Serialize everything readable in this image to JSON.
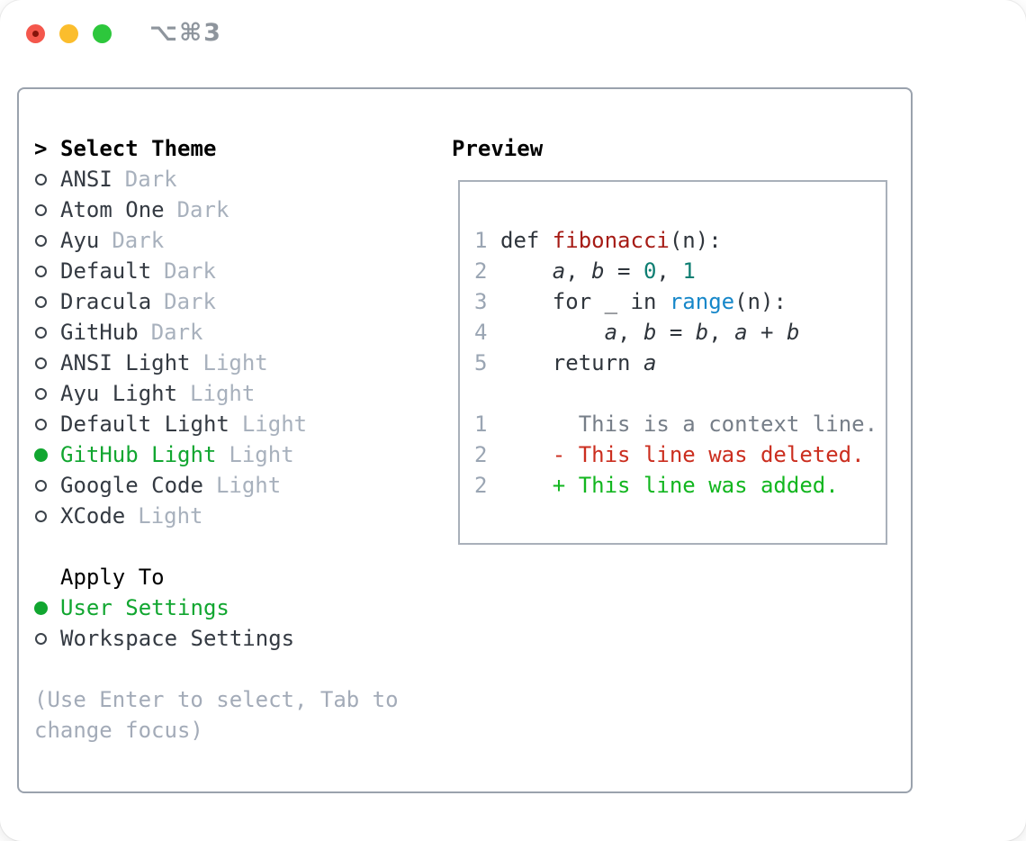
{
  "window": {
    "title": "⌥⌘3"
  },
  "titlebar": {
    "buttons": [
      "close",
      "minimize",
      "maximize"
    ]
  },
  "colors": {
    "selected_green": "#11a630",
    "added_green": "#12b61f",
    "deleted_red": "#cb2e1f",
    "function_red": "#a61b15",
    "builtin_blue": "#1687c9",
    "number_teal": "#0e7e72",
    "muted_gray": "#a8b1bd",
    "context_gray": "#767e88",
    "panel_border": "#9aa2ad",
    "traffic_red": "#f4574c",
    "traffic_yellow": "#fbbd2d",
    "traffic_green": "#2dc73c"
  },
  "theme_menu": {
    "header_prefix": ">",
    "header": "Select Theme",
    "items": [
      {
        "label": "ANSI",
        "variant": "Dark",
        "selected": false
      },
      {
        "label": "Atom One",
        "variant": "Dark",
        "selected": false
      },
      {
        "label": "Ayu",
        "variant": "Dark",
        "selected": false
      },
      {
        "label": "Default",
        "variant": "Dark",
        "selected": false
      },
      {
        "label": "Dracula",
        "variant": "Dark",
        "selected": false
      },
      {
        "label": "GitHub",
        "variant": "Dark",
        "selected": false
      },
      {
        "label": "ANSI Light",
        "variant": "Light",
        "selected": false
      },
      {
        "label": "Ayu Light",
        "variant": "Light",
        "selected": false
      },
      {
        "label": "Default Light",
        "variant": "Light",
        "selected": false
      },
      {
        "label": "GitHub Light",
        "variant": "Light",
        "selected": true
      },
      {
        "label": "Google Code",
        "variant": "Light",
        "selected": false
      },
      {
        "label": "XCode",
        "variant": "Light",
        "selected": false
      }
    ]
  },
  "apply_to": {
    "header": "Apply To",
    "options": [
      {
        "label": "User Settings",
        "selected": true
      },
      {
        "label": "Workspace Settings",
        "selected": false
      }
    ]
  },
  "hint": {
    "lines": [
      "(Use Enter to select, Tab to",
      "change focus)"
    ]
  },
  "preview": {
    "title": "Preview",
    "lines": [
      {
        "num": "1",
        "parts": [
          [
            "def ",
            "p"
          ],
          [
            "fibonacci",
            "fn"
          ],
          [
            "(n):",
            "p"
          ]
        ]
      },
      {
        "num": "2",
        "parts": [
          [
            "    ",
            "p"
          ],
          [
            "a",
            "v"
          ],
          [
            ", ",
            "p"
          ],
          [
            "b",
            "v"
          ],
          [
            " = ",
            "p"
          ],
          [
            "0",
            "n"
          ],
          [
            ", ",
            "p"
          ],
          [
            "1",
            "n"
          ]
        ]
      },
      {
        "num": "3",
        "parts": [
          [
            "    for _ in ",
            "p"
          ],
          [
            "range",
            "b"
          ],
          [
            "(n):",
            "p"
          ]
        ]
      },
      {
        "num": "4",
        "parts": [
          [
            "        ",
            "p"
          ],
          [
            "a",
            "v"
          ],
          [
            ", ",
            "p"
          ],
          [
            "b",
            "v"
          ],
          [
            " = ",
            "p"
          ],
          [
            "b",
            "v"
          ],
          [
            ", ",
            "p"
          ],
          [
            "a",
            "v"
          ],
          [
            " + ",
            "p"
          ],
          [
            "b",
            "v"
          ]
        ]
      },
      {
        "num": "5",
        "parts": [
          [
            "    return ",
            "p"
          ],
          [
            "a",
            "v"
          ]
        ]
      },
      {
        "num": "",
        "parts": []
      },
      {
        "num": "1",
        "parts": [
          [
            "      ",
            "p"
          ],
          [
            "This is a context line.",
            "ctx"
          ]
        ]
      },
      {
        "num": "2",
        "parts": [
          [
            "    ",
            "p"
          ],
          [
            "- This line was deleted.",
            "del"
          ]
        ]
      },
      {
        "num": "2",
        "parts": [
          [
            "    ",
            "p"
          ],
          [
            "+ This line was added.",
            "add"
          ]
        ]
      }
    ]
  }
}
